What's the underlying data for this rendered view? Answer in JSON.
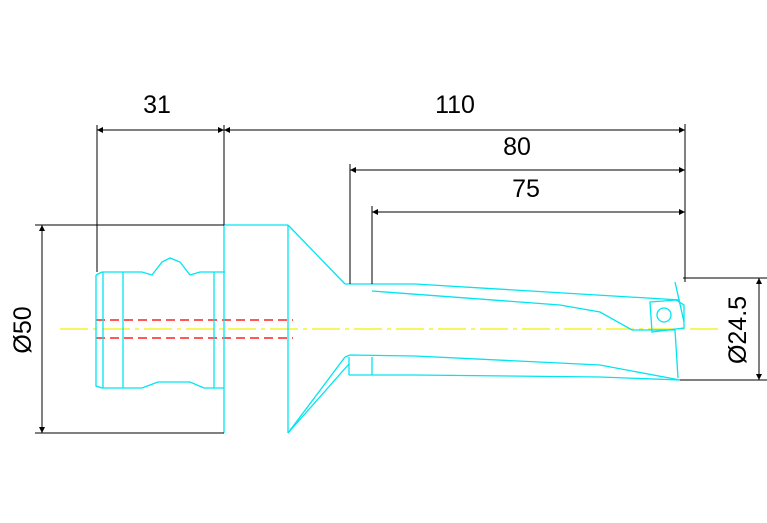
{
  "dimensions": {
    "shank_length": "31",
    "overall_length": "110",
    "drill_depth_1": "80",
    "drill_depth_2": "75",
    "flange_diameter": "Ø50",
    "drill_diameter": "Ø24.5"
  },
  "colors": {
    "outline": "#00e5f0",
    "dimension": "#000000",
    "centerline": "#f0f000",
    "hidden_line": "#ff2020"
  }
}
